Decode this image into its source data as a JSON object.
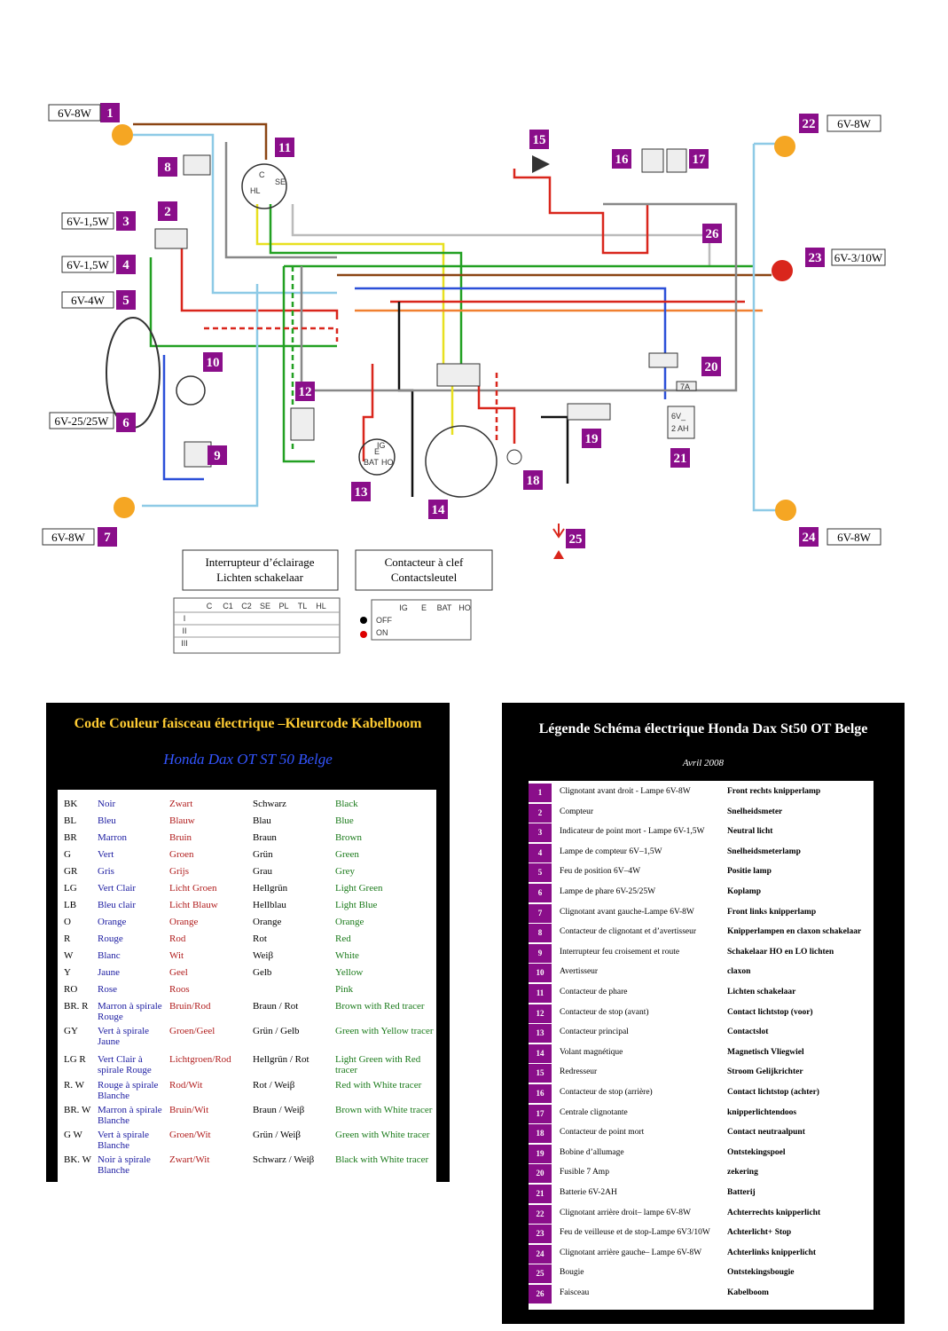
{
  "wiring": {
    "labels": [
      {
        "n": "1",
        "power": "6V-8W"
      },
      {
        "n": "2",
        "power": ""
      },
      {
        "n": "3",
        "power": "6V-1,5W"
      },
      {
        "n": "4",
        "power": "6V-1,5W"
      },
      {
        "n": "5",
        "power": "6V-4W"
      },
      {
        "n": "6",
        "power": "6V-25/25W"
      },
      {
        "n": "7",
        "power": "6V-8W"
      },
      {
        "n": "8",
        "power": ""
      },
      {
        "n": "9",
        "power": ""
      },
      {
        "n": "10",
        "power": ""
      },
      {
        "n": "11",
        "power": ""
      },
      {
        "n": "12",
        "power": ""
      },
      {
        "n": "13",
        "power": ""
      },
      {
        "n": "14",
        "power": ""
      },
      {
        "n": "15",
        "power": ""
      },
      {
        "n": "16",
        "power": ""
      },
      {
        "n": "17",
        "power": ""
      },
      {
        "n": "18",
        "power": ""
      },
      {
        "n": "19",
        "power": ""
      },
      {
        "n": "20",
        "power": ""
      },
      {
        "n": "21",
        "power": ""
      },
      {
        "n": "22",
        "power": "6V-8W"
      },
      {
        "n": "23",
        "power": "6V-3/10W"
      },
      {
        "n": "24",
        "power": "6V-8W"
      },
      {
        "n": "25",
        "power": ""
      },
      {
        "n": "26",
        "power": ""
      }
    ],
    "battery_label": "6V_ 2 AH",
    "fuse_label": "7A",
    "switch_markings": {
      "headlight": [
        "C",
        "HL",
        "SE"
      ],
      "ignition": [
        "IG",
        "E",
        "BAT",
        "HO"
      ]
    },
    "caption_left": [
      "Interrupteur d’éclairage",
      "Lichten schakelaar"
    ],
    "caption_right": [
      "Contacteur à clef",
      "Contactsleutel"
    ],
    "light_switch_table": {
      "headers": [
        "C",
        "C1",
        "C2",
        "SE",
        "PL",
        "TL",
        "HL"
      ],
      "rows": [
        "I",
        "II",
        "III"
      ]
    },
    "key_switch_table": {
      "headers": [
        "IG",
        "E",
        "BAT",
        "HO"
      ],
      "rows": [
        "OFF",
        "ON"
      ]
    },
    "colors": {
      "label_bg": "#8a0e8a",
      "bulb": "#f5a623",
      "wire_red": "#d9261c",
      "wire_green": "#22a022",
      "wire_yellow": "#e8e020",
      "wire_blue": "#2b4fd8",
      "wire_lightblue": "#8ecae6",
      "wire_brown": "#8b4513",
      "wire_black": "#111111",
      "wire_white": "#bbbbbb",
      "wire_grey": "#888888",
      "wire_orange": "#f08030",
      "wire_pink": "#e9a0b0"
    }
  },
  "color_code": {
    "title": "Code Couleur faisceau électrique –Kleurcode Kabelboom",
    "subtitle": "Honda Dax OT ST 50 Belge",
    "rows": [
      [
        "BK",
        "Noir",
        "Zwart",
        "Schwarz",
        "Black"
      ],
      [
        "BL",
        "Bleu",
        "Blauw",
        "Blau",
        "Blue"
      ],
      [
        "BR",
        "Marron",
        "Bruin",
        "Braun",
        "Brown"
      ],
      [
        "G",
        "Vert",
        "Groen",
        "Grün",
        "Green"
      ],
      [
        "GR",
        "Gris",
        "Grijs",
        "Grau",
        "Grey"
      ],
      [
        "LG",
        "Vert Clair",
        "Licht Groen",
        "Hellgrün",
        "Light Green"
      ],
      [
        "LB",
        "Bleu clair",
        "Licht Blauw",
        "Hellblau",
        "Light Blue"
      ],
      [
        "O",
        "Orange",
        "Orange",
        "Orange",
        "Orange"
      ],
      [
        "R",
        "Rouge",
        "Rod",
        "Rot",
        "Red"
      ],
      [
        "W",
        "Blanc",
        "Wit",
        "Weiβ",
        "White"
      ],
      [
        "Y",
        "Jaune",
        "Geel",
        "Gelb",
        "Yellow"
      ],
      [
        "RO",
        "Rose",
        "Roos",
        "",
        "Pink"
      ],
      [
        "BR. R",
        "Marron à spirale Rouge",
        "Bruin/Rod",
        "Braun / Rot",
        "Brown with Red tracer"
      ],
      [
        "GY",
        "Vert à spirale Jaune",
        "Groen/Geel",
        "Grün / Gelb",
        "Green with Yellow tracer"
      ],
      [
        "LG R",
        "Vert Clair à spirale Rouge",
        "Lichtgroen/Rod",
        "Hellgrün / Rot",
        "Light Green with Red tracer"
      ],
      [
        "R. W",
        "Rouge à spirale Blanche",
        "Rod/Wit",
        "Rot / Weiβ",
        "Red with White tracer"
      ],
      [
        "BR. W",
        "Marron à spirale Blanche",
        "Bruin/Wit",
        "Braun / Weiβ",
        "Brown with White tracer"
      ],
      [
        "G W",
        "Vert à spirale Blanche",
        "Groen/Wit",
        "Grün / Weiβ",
        "Green with White tracer"
      ],
      [
        "BK. W",
        "Noir à spirale Blanche",
        "Zwart/Wit",
        "Schwarz / Weiβ",
        "Black with White tracer"
      ]
    ]
  },
  "legend": {
    "title": "Légende Schéma électrique Honda Dax St50 OT Belge",
    "date": "Avril 2008",
    "rows": [
      [
        "1",
        "Clignotant avant droit - Lampe 6V-8W",
        "Front rechts knipperlamp"
      ],
      [
        "2",
        "Compteur",
        "Snelheidsmeter"
      ],
      [
        "3",
        "Indicateur de point mort - Lampe 6V-1,5W",
        "Neutral licht"
      ],
      [
        "4",
        "Lampe de compteur 6V–1,5W",
        "Snelheidsmeterlamp"
      ],
      [
        "5",
        "Feu de position 6V–4W",
        "Positie lamp"
      ],
      [
        "6",
        "Lampe de phare 6V-25/25W",
        "Koplamp"
      ],
      [
        "7",
        "Clignotant avant gauche-Lampe 6V-8W",
        "Front links knipperlamp"
      ],
      [
        "8",
        "Contacteur de clignotant et d’avertisseur",
        "Knipperlampen en claxon schakelaar"
      ],
      [
        "9",
        "Interrupteur feu croisement et route",
        "Schakelaar HO en LO lichten"
      ],
      [
        "10",
        "Avertisseur",
        "claxon"
      ],
      [
        "11",
        "Contacteur de phare",
        "Lichten schakelaar"
      ],
      [
        "12",
        "Contacteur de stop (avant)",
        "Contact lichtstop (voor)"
      ],
      [
        "13",
        "Contacteur principal",
        "Contactslot"
      ],
      [
        "14",
        "Volant magnétique",
        "Magnetisch Vliegwiel"
      ],
      [
        "15",
        "Redresseur",
        "Stroom Gelijkrichter"
      ],
      [
        "16",
        "Contacteur de stop (arrière)",
        "Contact lichtstop (achter)"
      ],
      [
        "17",
        "Centrale clignotante",
        "knipperlichtendoos"
      ],
      [
        "18",
        "Contacteur de point mort",
        "Contact neutraalpunt"
      ],
      [
        "19",
        "Bobine d’allumage",
        "Ontstekingspoel"
      ],
      [
        "20",
        "Fusible 7 Amp",
        "zekering"
      ],
      [
        "21",
        "Batterie 6V-2AH",
        "Batterij"
      ],
      [
        "22",
        "Clignotant arrière droit– lampe 6V-8W",
        "Achterrechts knipperlicht"
      ],
      [
        "23",
        "Feu de veilleuse et de stop-Lampe 6V3/10W",
        "Achterlicht+ Stop"
      ],
      [
        "24",
        "Clignotant arrière gauche– Lampe 6V-8W",
        "Achterlinks knipperlicht"
      ],
      [
        "25",
        "Bougie",
        "Ontstekingsbougie"
      ],
      [
        "26",
        "Faisceau",
        "Kabelboom"
      ]
    ]
  }
}
